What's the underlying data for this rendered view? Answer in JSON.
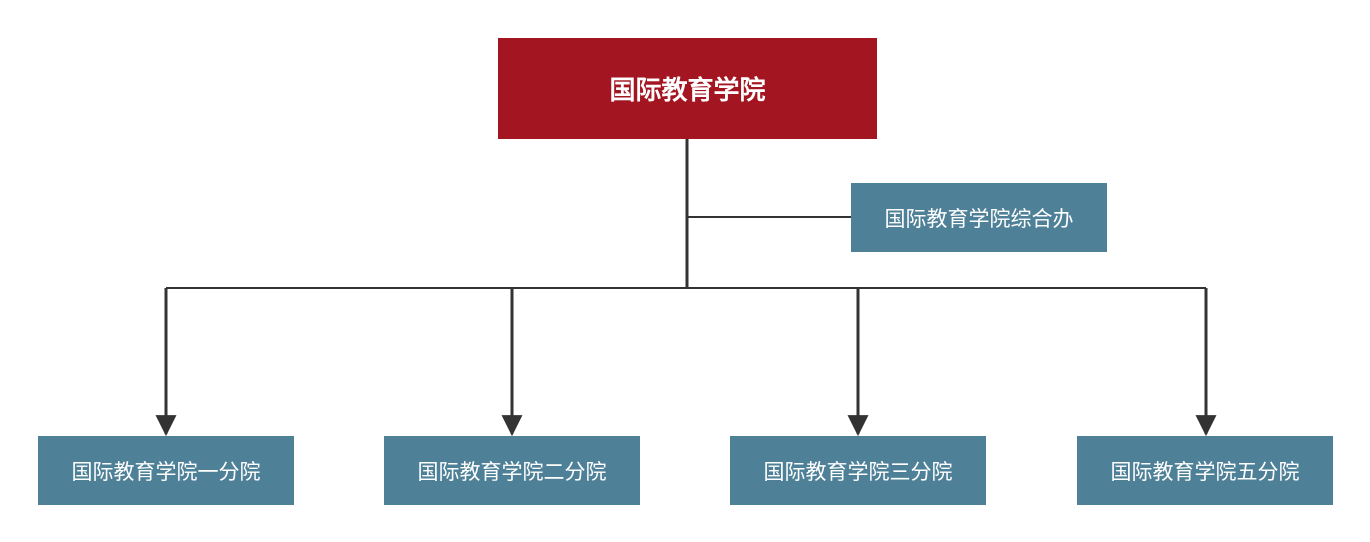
{
  "org_chart": {
    "root": {
      "label": "国际教育学院"
    },
    "office": {
      "label": "国际教育学院综合办"
    },
    "branches": [
      {
        "label": "国际教育学院一分院"
      },
      {
        "label": "国际教育学院二分院"
      },
      {
        "label": "国际教育学院三分院"
      },
      {
        "label": "国际教育学院五分院"
      }
    ]
  },
  "colors": {
    "root_fill": "#a31521",
    "node_fill": "#4e8098",
    "node_text": "#ffffff",
    "connector": "#333333"
  }
}
